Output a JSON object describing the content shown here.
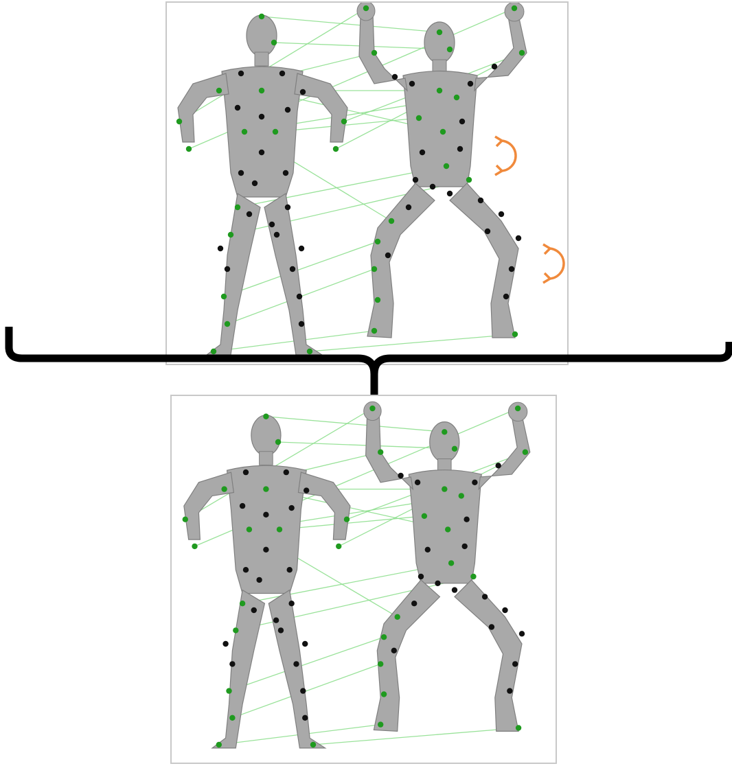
{
  "figure": {
    "panels": [
      {
        "role": "initial-correspondences",
        "shapes": 2,
        "marker_colors": [
          "#1f9a1f",
          "#111111"
        ],
        "rotation_arrows": 2
      },
      {
        "role": "refined-correspondences",
        "shapes": 2,
        "marker_colors": [
          "#1f9a1f",
          "#111111"
        ],
        "rotation_arrows": 0
      }
    ],
    "connector": "curly-brace",
    "colors": {
      "mesh": "#a9a9a9",
      "mesh_dark": "#7f7f7f",
      "marker_green": "#1f9a1f",
      "marker_black": "#111111",
      "match_line": "#8fdf8f",
      "arrow": "#f08a3c",
      "frame": "#c8c8c8",
      "brace": "#000000"
    }
  }
}
